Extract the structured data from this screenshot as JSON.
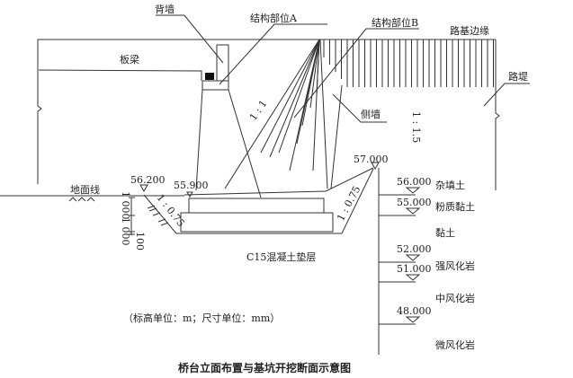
{
  "labels": {
    "back_wall": "背墙",
    "part_a": "结构部位A",
    "part_b": "结构部位B",
    "subgrade_edge": "路基边缘",
    "slab_beam": "板梁",
    "embankment": "路堤",
    "side_wall": "侧墙",
    "slope_1_1": "1 : 1",
    "slope_1_1_5": "1 : 1.5",
    "slope_left": "1 : 0.75",
    "slope_right": "1 : 0.75",
    "ground_line": "地面线",
    "cushion": "C15混凝土垫层",
    "units": "（标高单位：m；尺寸单位：mm）",
    "caption": "桥台立面布置与基坑开挖断面示意图"
  },
  "elevations": {
    "ground_left": "56.200",
    "pit_top": "55.900",
    "right_top": "57.000"
  },
  "dimensions": [
    "1 000",
    "1 000",
    "100"
  ],
  "strata": [
    {
      "elevation": "56.000",
      "name": "杂填土"
    },
    {
      "elevation": "55.000",
      "name": "粉质黏土"
    },
    {
      "elevation": "",
      "name": "黏土"
    },
    {
      "elevation": "52.000",
      "name": "强风化岩"
    },
    {
      "elevation": "51.000",
      "name": ""
    },
    {
      "elevation": "",
      "name": "中风化岩"
    },
    {
      "elevation": "48.000",
      "name": ""
    },
    {
      "elevation": "",
      "name": "微风化岩"
    }
  ]
}
